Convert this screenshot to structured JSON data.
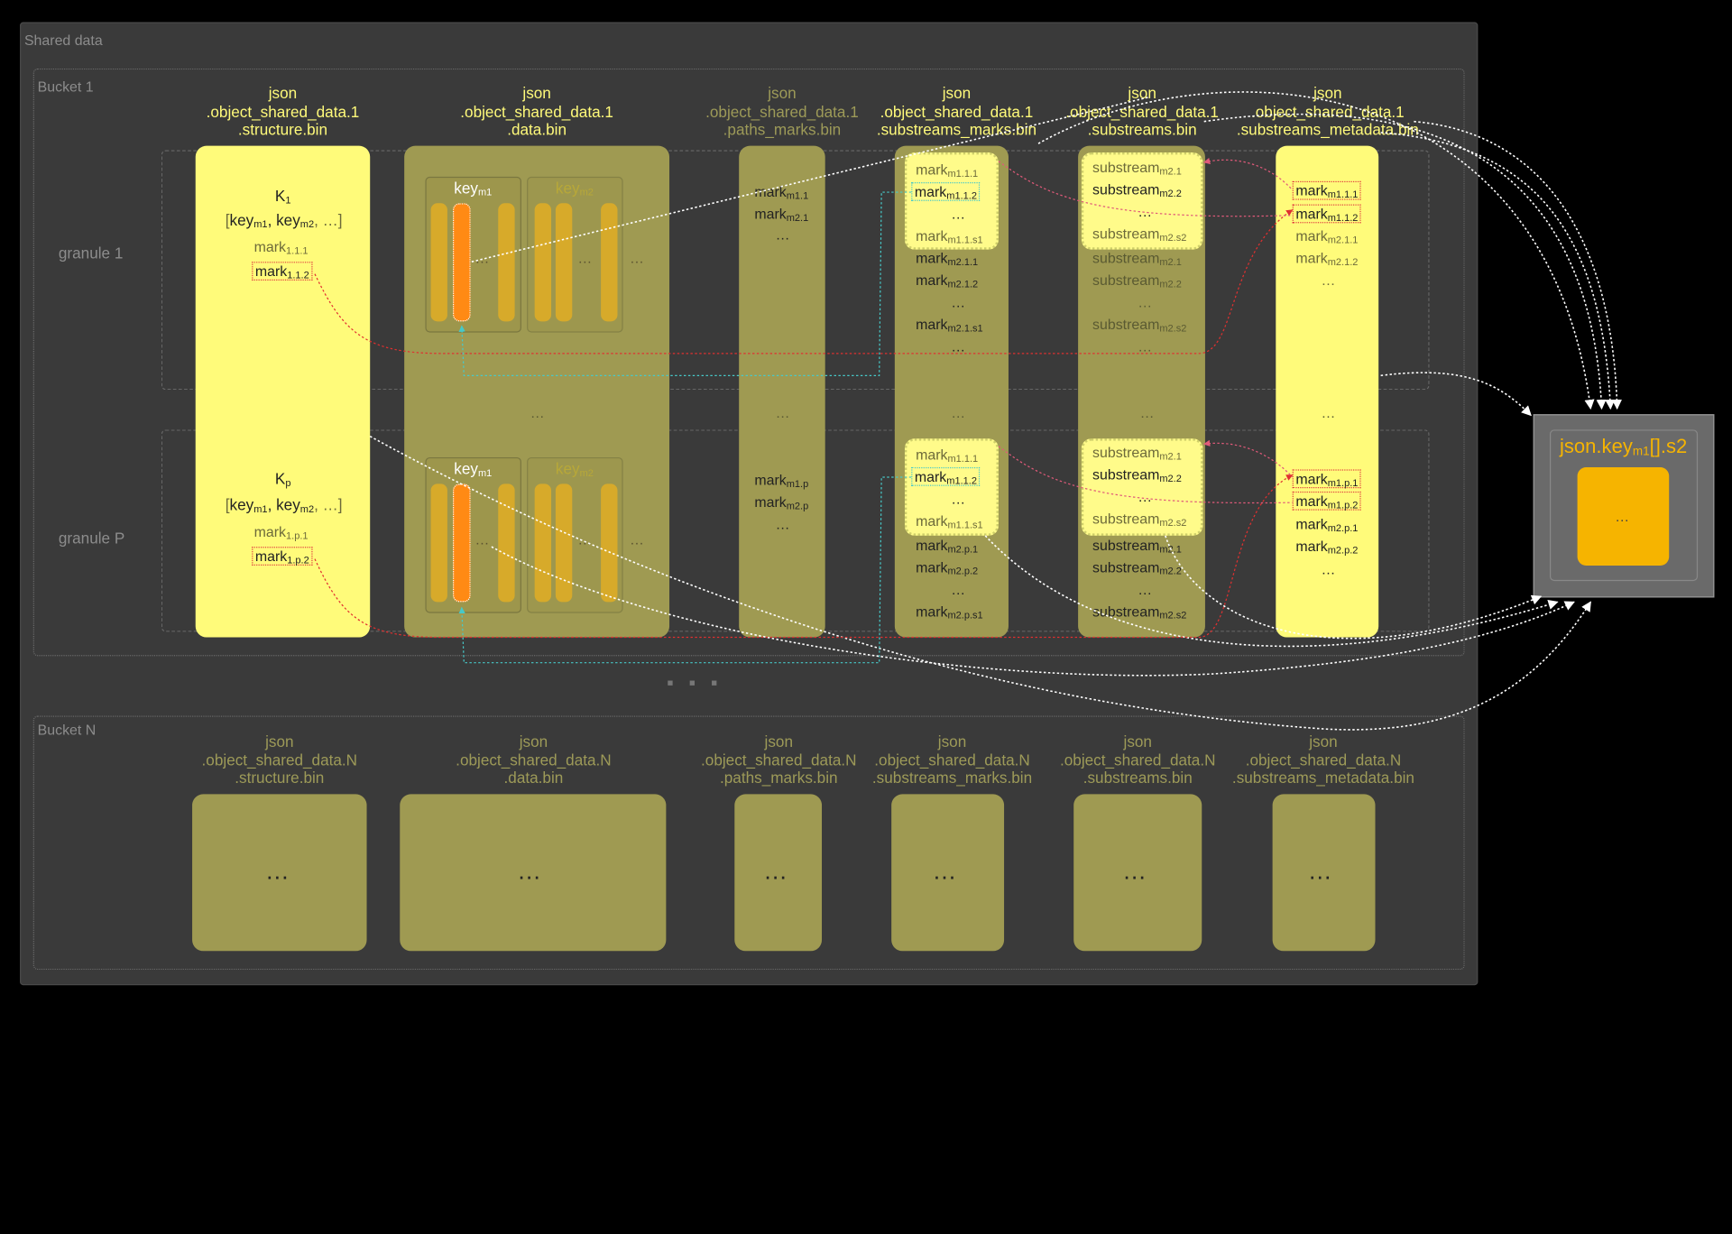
{
  "shared_label": "Shared data",
  "bucket1_label": "Bucket 1",
  "bucketN_label": "Bucket N",
  "granule1_label": "granule 1",
  "granuleP_label": "granule P",
  "bucket1_columns": [
    {
      "l1": "json",
      "l2": ".object_shared_data.1",
      "l3": ".structure.bin"
    },
    {
      "l1": "json",
      "l2": ".object_shared_data.1",
      "l3": ".data.bin"
    },
    {
      "l1": "json",
      "l2": ".object_shared_data.1",
      "l3": ".paths_marks.bin"
    },
    {
      "l1": "json",
      "l2": ".object_shared_data.1",
      "l3": ".substreams_marks.bin"
    },
    {
      "l1": "json",
      "l2": ".object_shared_data.1",
      "l3": ".substreams.bin"
    },
    {
      "l1": "json",
      "l2": ".object_shared_data.1",
      "l3": ".substreams_metadata.bin"
    }
  ],
  "bucketN_columns": [
    {
      "l1": "json",
      "l2": ".object_shared_data.N",
      "l3": ".structure.bin"
    },
    {
      "l1": "json",
      "l2": ".object_shared_data.N",
      "l3": ".data.bin"
    },
    {
      "l1": "json",
      "l2": ".object_shared_data.N",
      "l3": ".paths_marks.bin"
    },
    {
      "l1": "json",
      "l2": ".object_shared_data.N",
      "l3": ".substreams_marks.bin"
    },
    {
      "l1": "json",
      "l2": ".object_shared_data.N",
      "l3": ".substreams.bin"
    },
    {
      "l1": "json",
      "l2": ".object_shared_data.N",
      "l3": ".substreams_metadata.bin"
    }
  ],
  "ellipsis": "…",
  "bucket_separator": "■ ■ ■",
  "structure": {
    "g1": {
      "k_base": "K",
      "k_sub": "1",
      "keys_open": "[",
      "key": "key",
      "sub_m1": "m1",
      "comma": ", ",
      "sub_m2": "m2",
      "keys_close": ", …]",
      "mark": "mark",
      "sub_111": "1.1.1",
      "sub_112": "1.1.2"
    },
    "gp": {
      "k_base": "K",
      "k_sub": "p",
      "keys_open": "[",
      "key": "key",
      "sub_m1": "m1",
      "comma": ", ",
      "sub_m2": "m2",
      "keys_close": ", …]",
      "mark": "mark",
      "sub_1p1": "1.p.1",
      "sub_1p2": "1.p.2"
    }
  },
  "data": {
    "key": "key",
    "sub_m1": "m1",
    "sub_m2": "m2"
  },
  "paths_marks": {
    "mark": "mark",
    "g1": [
      "m1.1",
      "m2.1"
    ],
    "gp": [
      "m1.p",
      "m2.p"
    ]
  },
  "substreams_marks": {
    "mark": "mark",
    "g1": [
      "m1.1.1",
      "m1.1.2",
      "m1.1.s1",
      "m2.1.1",
      "m2.1.2",
      "m2.1.s1"
    ],
    "gp": [
      "m1.1.1",
      "m1.1.2",
      "m1.1.s1",
      "m2.p.1",
      "m2.p.2",
      "m2.p.s1"
    ]
  },
  "substreams": {
    "name": "substream",
    "g1": [
      "m2.1",
      "m2.2",
      "m2.s2",
      "m2.1",
      "m2.2",
      "m2.s2"
    ],
    "gp": [
      "m2.1",
      "m2.2",
      "m2.s2",
      "m2.1",
      "m2.2",
      "m2.s2"
    ]
  },
  "metadata": {
    "mark": "mark",
    "g1": [
      "m1.1.1",
      "m1.1.2",
      "m2.1.1",
      "m2.1.2"
    ],
    "gp": [
      "m1.p.1",
      "m1.p.2",
      "m2.p.1",
      "m2.p.2"
    ]
  },
  "target": {
    "title_a": "json.key",
    "title_sub": "m1",
    "title_b": "[].s2"
  },
  "colors": {
    "bg": "#000000",
    "panel": "#3a3a3a",
    "yellow": "#fffb7a",
    "olive": "#9f9a52",
    "orange": "#ff8a14",
    "target_core": "#f6b400"
  }
}
